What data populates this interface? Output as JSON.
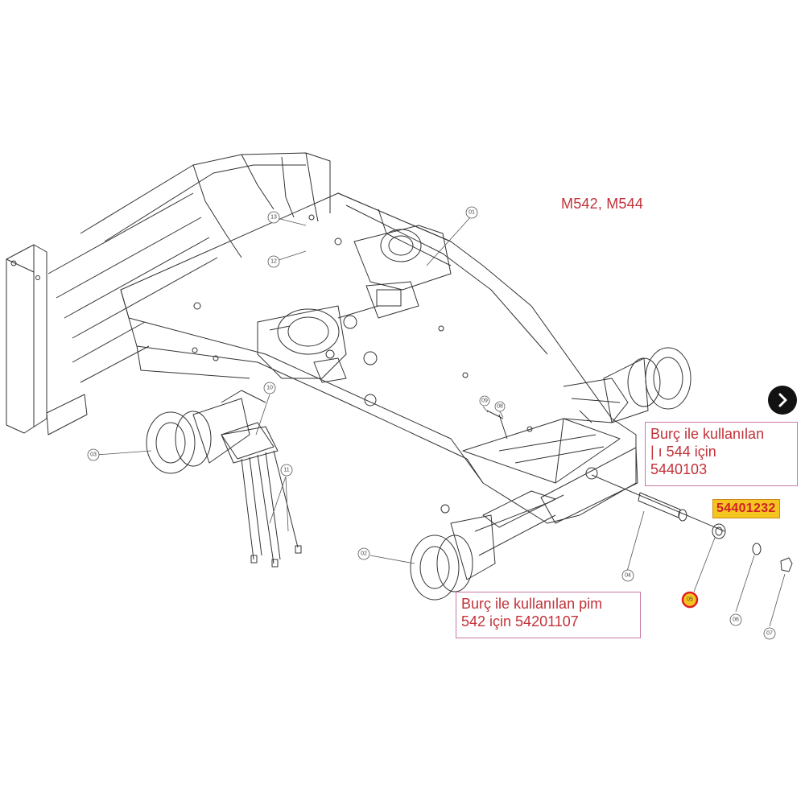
{
  "diagram": {
    "model_label": "M542, M544",
    "note_top": {
      "line1": "Burç ile kullanılan",
      "line2": "|   ı 544 için",
      "line3": "5440103"
    },
    "note_bottom": {
      "line1": "Burç ile kullanılan pim",
      "line2": "542 için 54201107"
    },
    "highlight_part_number": "54401232",
    "callouts": {
      "c01": "01",
      "c02": "02",
      "c03": "03",
      "c04": "04",
      "c05": "05",
      "c06": "06",
      "c07": "07",
      "c08": "08",
      "c09": "09",
      "c10": "10",
      "c11": "11",
      "c12": "12",
      "c13": "13"
    },
    "nav_icon": "chevron-right-icon"
  },
  "colors": {
    "note_text": "#c2323a",
    "note_border": "#c97aa6",
    "badge_fill": "#f5c51f",
    "badge_text": "#d1202a",
    "highlight_ring": "#e02020",
    "line_art": "#333333"
  }
}
